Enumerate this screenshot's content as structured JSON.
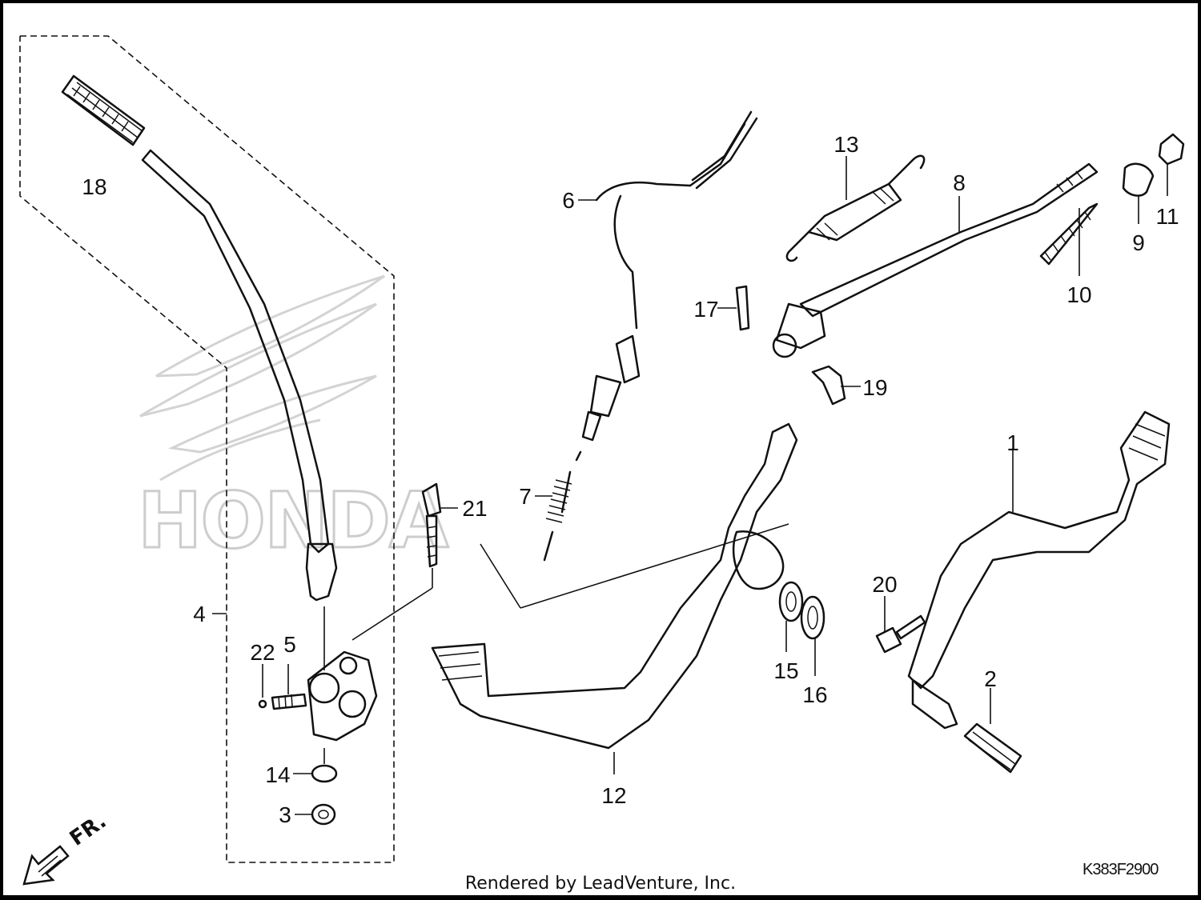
{
  "diagram": {
    "watermark": "HONDA",
    "front_indicator": "FR.",
    "part_numbers": {
      "p1": "1",
      "p2": "2",
      "p3": "3",
      "p4": "4",
      "p5": "5",
      "p6": "6",
      "p7": "7",
      "p8": "8",
      "p9": "9",
      "p10": "10",
      "p11": "11",
      "p12": "12",
      "p13": "13",
      "p14": "14",
      "p15": "15",
      "p16": "16",
      "p17": "17",
      "p18": "18",
      "p19": "19",
      "p20": "20",
      "p21": "21",
      "p22": "22"
    },
    "drawing_code": "K383F2900"
  },
  "footer": {
    "credit": "Rendered by LeadVenture, Inc."
  }
}
